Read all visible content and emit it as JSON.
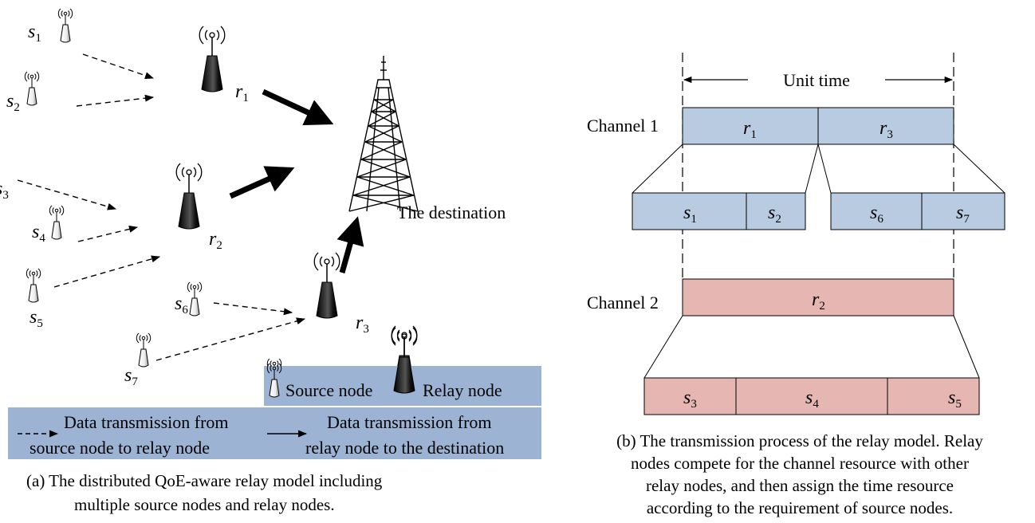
{
  "left_panel": {
    "nodes": {
      "s1": {
        "base": "s",
        "sub": "1"
      },
      "s2": {
        "base": "s",
        "sub": "2"
      },
      "s3": {
        "base": "s",
        "sub": "3"
      },
      "s4": {
        "base": "s",
        "sub": "4"
      },
      "s5": {
        "base": "s",
        "sub": "5"
      },
      "s6": {
        "base": "s",
        "sub": "6"
      },
      "s7": {
        "base": "s",
        "sub": "7"
      },
      "r1": {
        "base": "r",
        "sub": "1"
      },
      "r2": {
        "base": "r",
        "sub": "2"
      },
      "r3": {
        "base": "r",
        "sub": "3"
      }
    },
    "destination_label": "The destination",
    "legend": {
      "source_node": "Source node",
      "relay_node": "Relay node",
      "source_to_relay_line1": "Data transmission from",
      "source_to_relay_line2": "source node to relay node",
      "relay_to_dest_line1": "Data transmission from",
      "relay_to_dest_line2": "relay node to the destination"
    },
    "caption_line1": "(a) The distributed QoE-aware relay model including",
    "caption_line2": "multiple source nodes and relay nodes.",
    "legend_bg_color": "#9db3d3"
  },
  "right_panel": {
    "unit_time_label": "Unit time",
    "channel1_label": "Channel 1",
    "channel2_label": "Channel 2",
    "channel1_slots": [
      {
        "base": "r",
        "sub": "1"
      },
      {
        "base": "r",
        "sub": "3"
      }
    ],
    "channel1_sub_left": [
      {
        "base": "s",
        "sub": "1"
      },
      {
        "base": "s",
        "sub": "2"
      }
    ],
    "channel1_sub_right": [
      {
        "base": "s",
        "sub": "6"
      },
      {
        "base": "s",
        "sub": "7"
      }
    ],
    "channel2_slot": {
      "base": "r",
      "sub": "2"
    },
    "channel2_sub": [
      {
        "base": "s",
        "sub": "3"
      },
      {
        "base": "s",
        "sub": "4"
      },
      {
        "base": "s",
        "sub": "5"
      }
    ],
    "caption_line1": "(b) The transmission process of the relay model. Relay",
    "caption_line2": "nodes compete for the channel resource with other",
    "caption_line3": "relay nodes, and then assign the time resource",
    "caption_line4": "according to the requirement of source nodes.",
    "blue_fill": "#b8cbe1",
    "red_fill": "#e6b6b2"
  }
}
